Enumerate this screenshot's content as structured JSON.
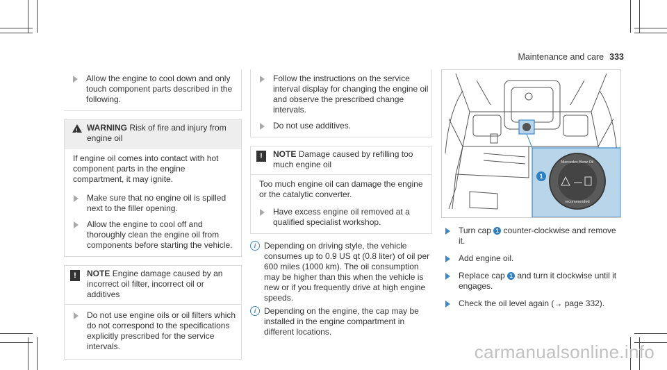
{
  "header": {
    "section": "Maintenance and care",
    "page": "333"
  },
  "col1": {
    "step1": "Allow the engine to cool down and only touch component parts described in the following.",
    "warning": {
      "label": "WARNING",
      "title": "Risk of fire and injury from engine oil",
      "text": "If engine oil comes into contact with hot component parts in the engine compartment, it may ignite.",
      "step1": "Make sure that no engine oil is spilled next to the filler opening.",
      "step2": "Allow the engine to cool off and thoroughly clean the engine oil from components before starting the vehicle."
    },
    "note": {
      "label": "NOTE",
      "title": "Engine damage caused by an incorrect oil filter, incorrect oil or additives",
      "step1": "Do not use engine oils or oil filters which do not correspond to the specifications explicitly prescribed for the service intervals."
    }
  },
  "col2": {
    "step1": "Follow the instructions on the service interval display for changing the engine oil and observe the prescribed change intervals.",
    "step2": "Do not use additives.",
    "note": {
      "label": "NOTE",
      "title": "Damage caused by refilling too much engine oil",
      "text": "Too much engine oil can damage the engine or the catalytic converter.",
      "step1": "Have excess engine oil removed at a qualified specialist workshop."
    },
    "info1": "Depending on driving style, the vehicle consumes up to 0.9 US qt (0.8 liter) of oil per 600 miles (1000 km). The oil consumption may be higher than this when the vehicle is new or if you frequently drive at high engine speeds.",
    "info2": "Depending on the engine, the cap may be installed in the engine compartment in different locations."
  },
  "col3": {
    "figure": {
      "callout": "1",
      "cap_text_top": "Mercedes-Benz Oil",
      "cap_text_bottom": "recommended"
    },
    "step1_a": "Turn cap",
    "step1_b": "counter-clockwise and remove it.",
    "step2": "Add engine oil.",
    "step3_a": "Replace cap",
    "step3_b": "and turn it clockwise until it engages.",
    "step4": "Check the oil level again (→ page 332).",
    "callout": "1"
  },
  "watermark": "carmanualsonline.info",
  "colors": {
    "accent": "#3b88c8",
    "figure_bg": "#b9d5ea"
  }
}
